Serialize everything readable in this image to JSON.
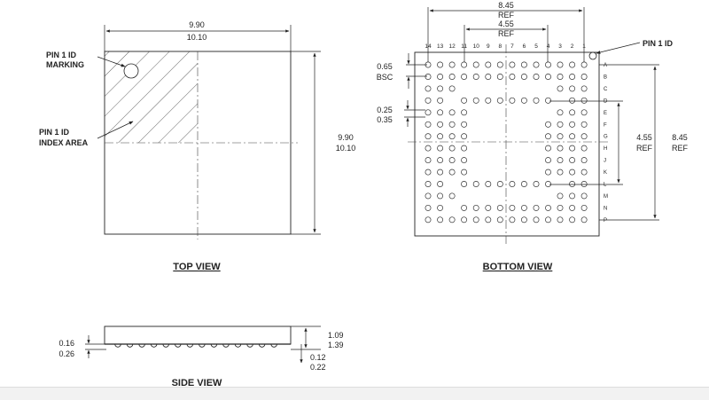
{
  "top_view": {
    "title": "TOP VIEW",
    "width_min": "9.90",
    "width_max": "10.10",
    "height_min": "9.90",
    "height_max": "10.10",
    "pin1_marking_line1": "PIN 1 ID",
    "pin1_marking_line2": "MARKING",
    "pin1_index_line1": "PIN 1 ID",
    "pin1_index_line2": "INDEX AREA"
  },
  "bottom_view": {
    "title": "BOTTOM VIEW",
    "outer_span": "8.45",
    "outer_span_ref": "REF",
    "inner_span": "4.55",
    "inner_span_ref": "REF",
    "pitch": "0.65",
    "pitch_note": "BSC",
    "ball_min": "0.25",
    "ball_max": "0.35",
    "vert_inner": "4.55",
    "vert_inner_ref": "REF",
    "vert_outer": "8.45",
    "vert_outer_ref": "REF",
    "pin1_label": "PIN 1 ID",
    "column_numbers": [
      "14",
      "13",
      "12",
      "11",
      "10",
      "9",
      "8",
      "7",
      "6",
      "5",
      "4",
      "3",
      "2",
      "1"
    ],
    "row_letters": [
      "A",
      "B",
      "C",
      "D",
      "E",
      "F",
      "G",
      "H",
      "J",
      "K",
      "L",
      "M",
      "N",
      "P"
    ]
  },
  "side_view": {
    "title": "SIDE VIEW",
    "height_min": "1.09",
    "height_max": "1.39",
    "standoff_min": "0.16",
    "standoff_max": "0.26",
    "ball_min": "0.12",
    "ball_max": "0.22"
  }
}
